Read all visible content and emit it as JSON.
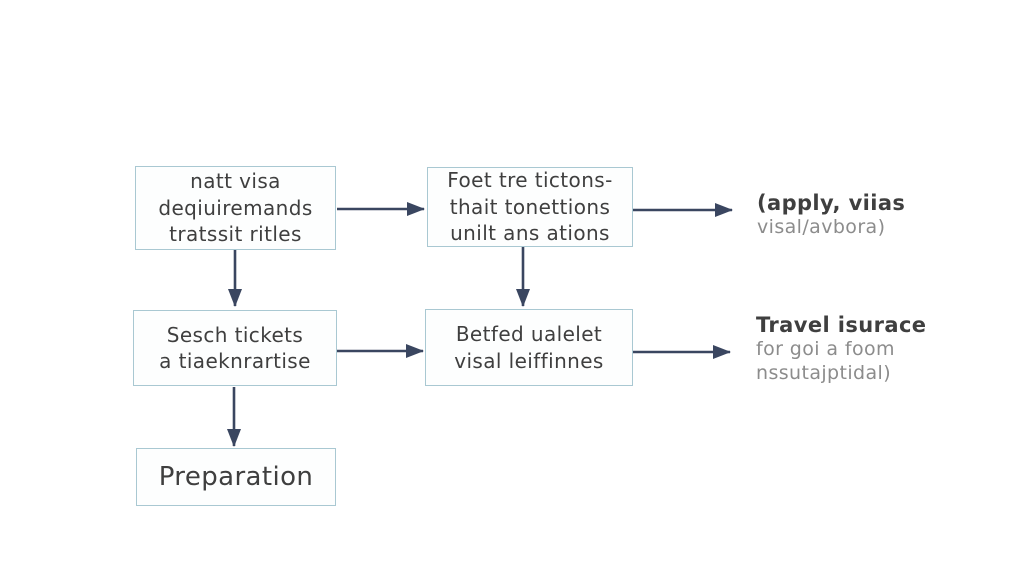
{
  "colors": {
    "background": "#ffffff",
    "box_border": "#a9c8d2",
    "box_fill": "#fdfefe",
    "arrow": "#3a4660",
    "box_text": "#3f3f3f",
    "annotation_primary": "#3f3f3f",
    "annotation_secondary": "#8c8c8c"
  },
  "flowchart": {
    "nodes": {
      "visa_requirements": {
        "lines": [
          "natt visa",
          "deqiuiremands",
          "tratssit ritles"
        ]
      },
      "factors": {
        "lines": [
          "Foet tre tictons-",
          "thait tonettions",
          "unilt ans ations"
        ]
      },
      "search_tickets": {
        "lines": [
          "Sesch tickets",
          "a tiaeknrartise"
        ]
      },
      "betfed": {
        "lines": [
          "Betfed ualelet",
          "visal leiffinnes"
        ]
      },
      "preparation": {
        "lines": [
          "Preparation"
        ]
      }
    },
    "annotations": {
      "apply_visa": {
        "primary": "(apply, viias",
        "secondary_1": "visal/avbora)"
      },
      "travel_insurance": {
        "primary": "Travel isurace",
        "secondary_1": "for goi a foom",
        "secondary_2": "nssutajptidal)"
      }
    }
  }
}
